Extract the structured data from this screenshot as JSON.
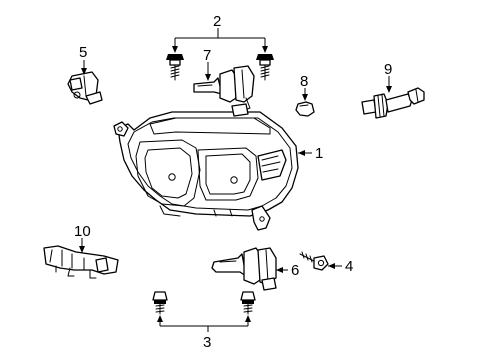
{
  "callouts": {
    "c1": "1",
    "c2": "2",
    "c3": "3",
    "c4": "4",
    "c5": "5",
    "c6": "6",
    "c7": "7",
    "c8": "8",
    "c9": "9",
    "c10": "10"
  },
  "parts": [
    {
      "id": "1",
      "icon": "headlamp-assembly-icon"
    },
    {
      "id": "2",
      "icon": "mounting-screw-icon"
    },
    {
      "id": "3",
      "icon": "mounting-screw-icon"
    },
    {
      "id": "4",
      "icon": "bolt-icon"
    },
    {
      "id": "5",
      "icon": "bracket-icon"
    },
    {
      "id": "6",
      "icon": "bulb-icon"
    },
    {
      "id": "7",
      "icon": "bulb-icon"
    },
    {
      "id": "8",
      "icon": "small-bulb-icon"
    },
    {
      "id": "9",
      "icon": "bulb-socket-icon"
    },
    {
      "id": "10",
      "icon": "bracket-icon"
    }
  ]
}
